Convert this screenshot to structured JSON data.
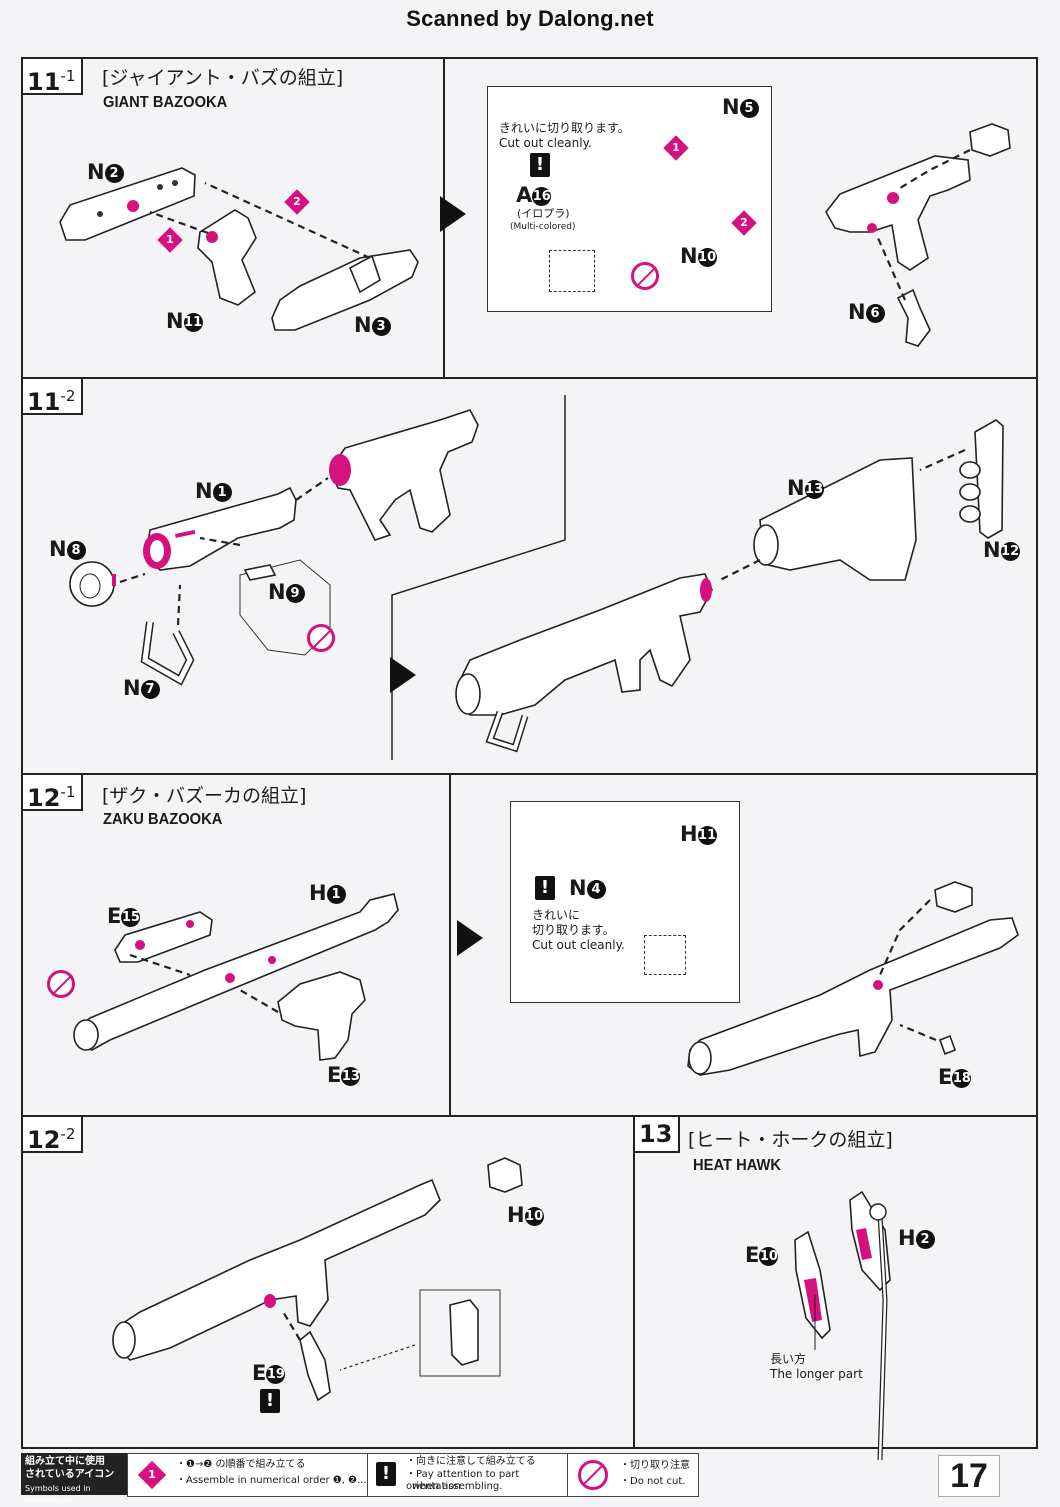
{
  "header": {
    "scanned_by": "Scanned by Dalong.net"
  },
  "steps": {
    "s11_1": {
      "num": "11",
      "sub": "-1",
      "jp_title": "[ジャイアント・バズの組立]",
      "en_title": "GIANT BAZOOKA",
      "parts": {
        "n2": "N",
        "n11": "N",
        "n3": "N",
        "n5": "N",
        "a16": "A",
        "n10": "N",
        "n6": "N"
      },
      "circ": {
        "n2": "2",
        "n11": "11",
        "n3": "3",
        "n5": "5",
        "a16": "16",
        "n10": "10",
        "n6": "6"
      },
      "order": {
        "o1": "1",
        "o2": "2",
        "o3": "1",
        "o4": "2"
      },
      "cut_note": {
        "jp": "きれいに切り取ります。",
        "en": "Cut out cleanly."
      },
      "multi": {
        "jp": "(イロプラ)",
        "en": "(Multi-colored)"
      }
    },
    "s11_2": {
      "num": "11",
      "sub": "-2",
      "parts": {
        "n1": "N",
        "n8": "N",
        "n9": "N",
        "n7": "N",
        "n13": "N",
        "n12": "N"
      },
      "circ": {
        "n1": "1",
        "n8": "8",
        "n9": "9",
        "n7": "7",
        "n13": "13",
        "n12": "12"
      }
    },
    "s12_1": {
      "num": "12",
      "sub": "-1",
      "jp_title": "[ザク・バズーカの組立]",
      "en_title": "ZAKU BAZOOKA",
      "parts": {
        "e15": "E",
        "h1": "H",
        "e13": "E",
        "h11": "H",
        "n4": "N",
        "e18": "E"
      },
      "circ": {
        "e15": "15",
        "h1": "1",
        "e13": "13",
        "h11": "11",
        "n4": "4",
        "e18": "18"
      },
      "cut_note": {
        "jp1": "きれいに",
        "jp2": "切り取ります。",
        "en": "Cut out cleanly."
      }
    },
    "s12_2": {
      "num": "12",
      "sub": "-2",
      "parts": {
        "h10": "H",
        "e19": "E"
      },
      "circ": {
        "h10": "10",
        "e19": "19"
      }
    },
    "s13": {
      "num": "13",
      "jp_title": "[ヒート・ホークの組立]",
      "en_title": "HEAT HAWK",
      "parts": {
        "e10": "E",
        "h2": "H"
      },
      "circ": {
        "e10": "10",
        "h2": "2"
      },
      "longer": {
        "jp": "長い方",
        "en": "The longer part"
      }
    }
  },
  "footer": {
    "icons_jp1": "組み立て中に使用",
    "icons_jp2": "されているアイコン",
    "icons_en": "Symbols used in instructions",
    "order_jp": "・❶→❷ の順番で組み立てる",
    "order_en": "・Assemble in numerical order ❶, ❷...",
    "orient_jp": "・向きに注意して組み立てる",
    "orient_en1": "・Pay attention to part orientation",
    "orient_en2": "when assembling.",
    "cut_jp": "・切り取り注意",
    "cut_en": "・Do not cut.",
    "page": "17"
  },
  "colors": {
    "accent": "#d6117f",
    "ink": "#1a1a1a",
    "paper": "#f4f3f6"
  }
}
